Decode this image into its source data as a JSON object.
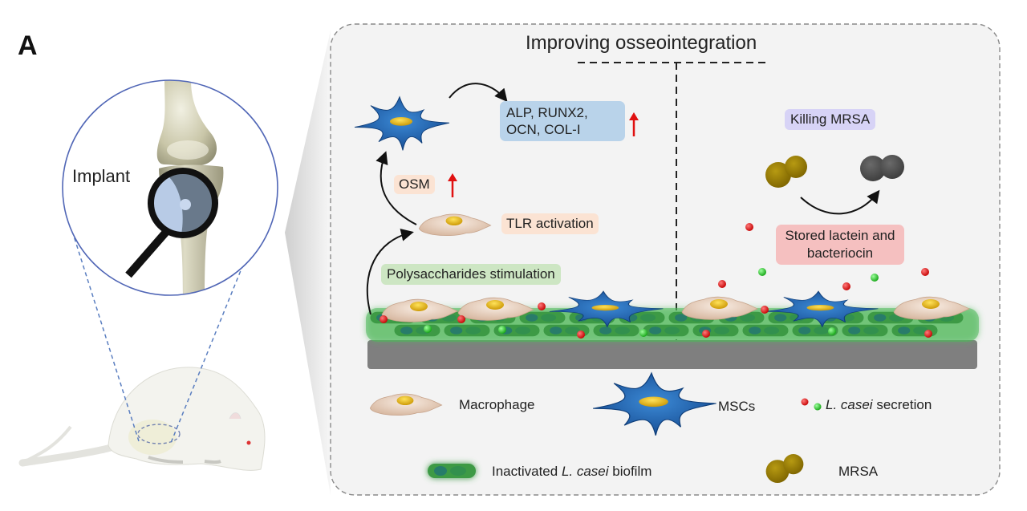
{
  "figure": {
    "panel_letter": "A",
    "implant_label": "Implant",
    "title": "Improving osseointegration",
    "left_branch": {
      "marker_box": "ALP, RUNX2, OCN, COL-I",
      "osm_label": "OSM",
      "tlr_label": "TLR activation",
      "stimulation_label": "Polysaccharides stimulation"
    },
    "right_branch": {
      "killing_label": "Killing MRSA",
      "stored_label": "Stored lactein and bacteriocin"
    },
    "legend": {
      "macrophage": "Macrophage",
      "mscs": "MSCs",
      "secretion_italic": "L. casei",
      "secretion_rest": " secretion",
      "biofilm_pre": "Inactivated ",
      "biofilm_italic": "L. casei",
      "biofilm_post": " biofilm",
      "mrsa": "MRSA"
    },
    "colors": {
      "msc_blue": "#1f5fae",
      "macrophage_tan": "#ecd6c4",
      "nucleus_yellow": "#e0b300",
      "biofilm_green": "#3fa34a",
      "implant_gray": "#7f7f7f",
      "mrsa_olive": "#9c7e00",
      "dead_mrsa_gray": "#555555",
      "secretion_red": "#d81e1e",
      "secretion_green": "#2ecc40",
      "up_arrow_red": "#e01010",
      "panel_bg": "#f3f3f3"
    }
  }
}
